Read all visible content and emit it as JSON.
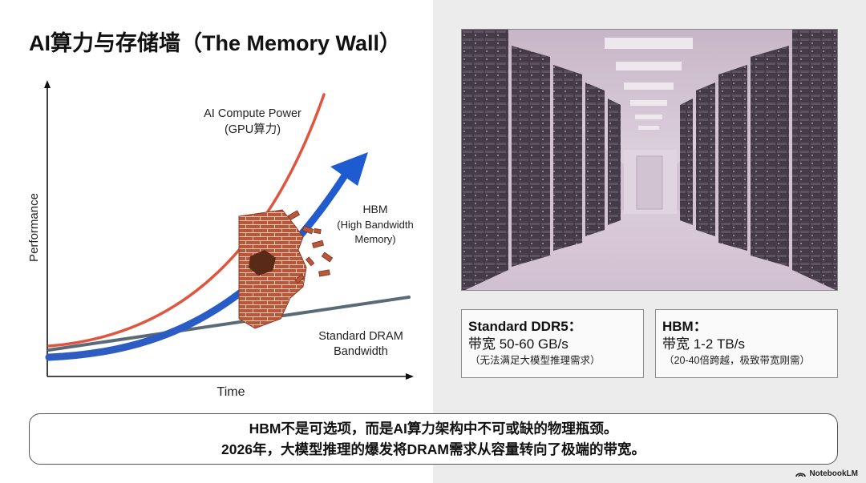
{
  "title": "AI算力与存储墙（The Memory Wall）",
  "chart": {
    "y_axis_label": "Performance",
    "x_axis_label": "Time",
    "gpu_label_line1": "AI Compute Power",
    "gpu_label_line2": "(GPU算力)",
    "hbm_label_line1": "HBM",
    "hbm_label_line2": "(High Bandwidth",
    "hbm_label_line3": "Memory)",
    "dram_label_line1": "Standard DRAM",
    "dram_label_line2": "Bandwidth",
    "colors": {
      "gpu": "#e0553e",
      "hbm": "#2a5fc4",
      "dram": "#5a6b78",
      "brick": "#b8573a"
    }
  },
  "cards": {
    "ddr5": {
      "heading": "Standard DDR5：",
      "value": "带宽 50-60 GB/s",
      "note": "（无法满足大模型推理需求）"
    },
    "hbm": {
      "heading": "HBM：",
      "value": "带宽 1-2 TB/s",
      "note": "（20-40倍跨越，极致带宽刚需）"
    }
  },
  "banner": {
    "line1": "HBM不是可选项，而是AI算力架构中不可或缺的物理瓶颈。",
    "line2": "2026年，大模型推理的爆发将DRAM需求从容量转向了极端的带宽。"
  },
  "brand": {
    "name": "NotebookLM",
    "icon": "notebooklm-logo-icon"
  }
}
